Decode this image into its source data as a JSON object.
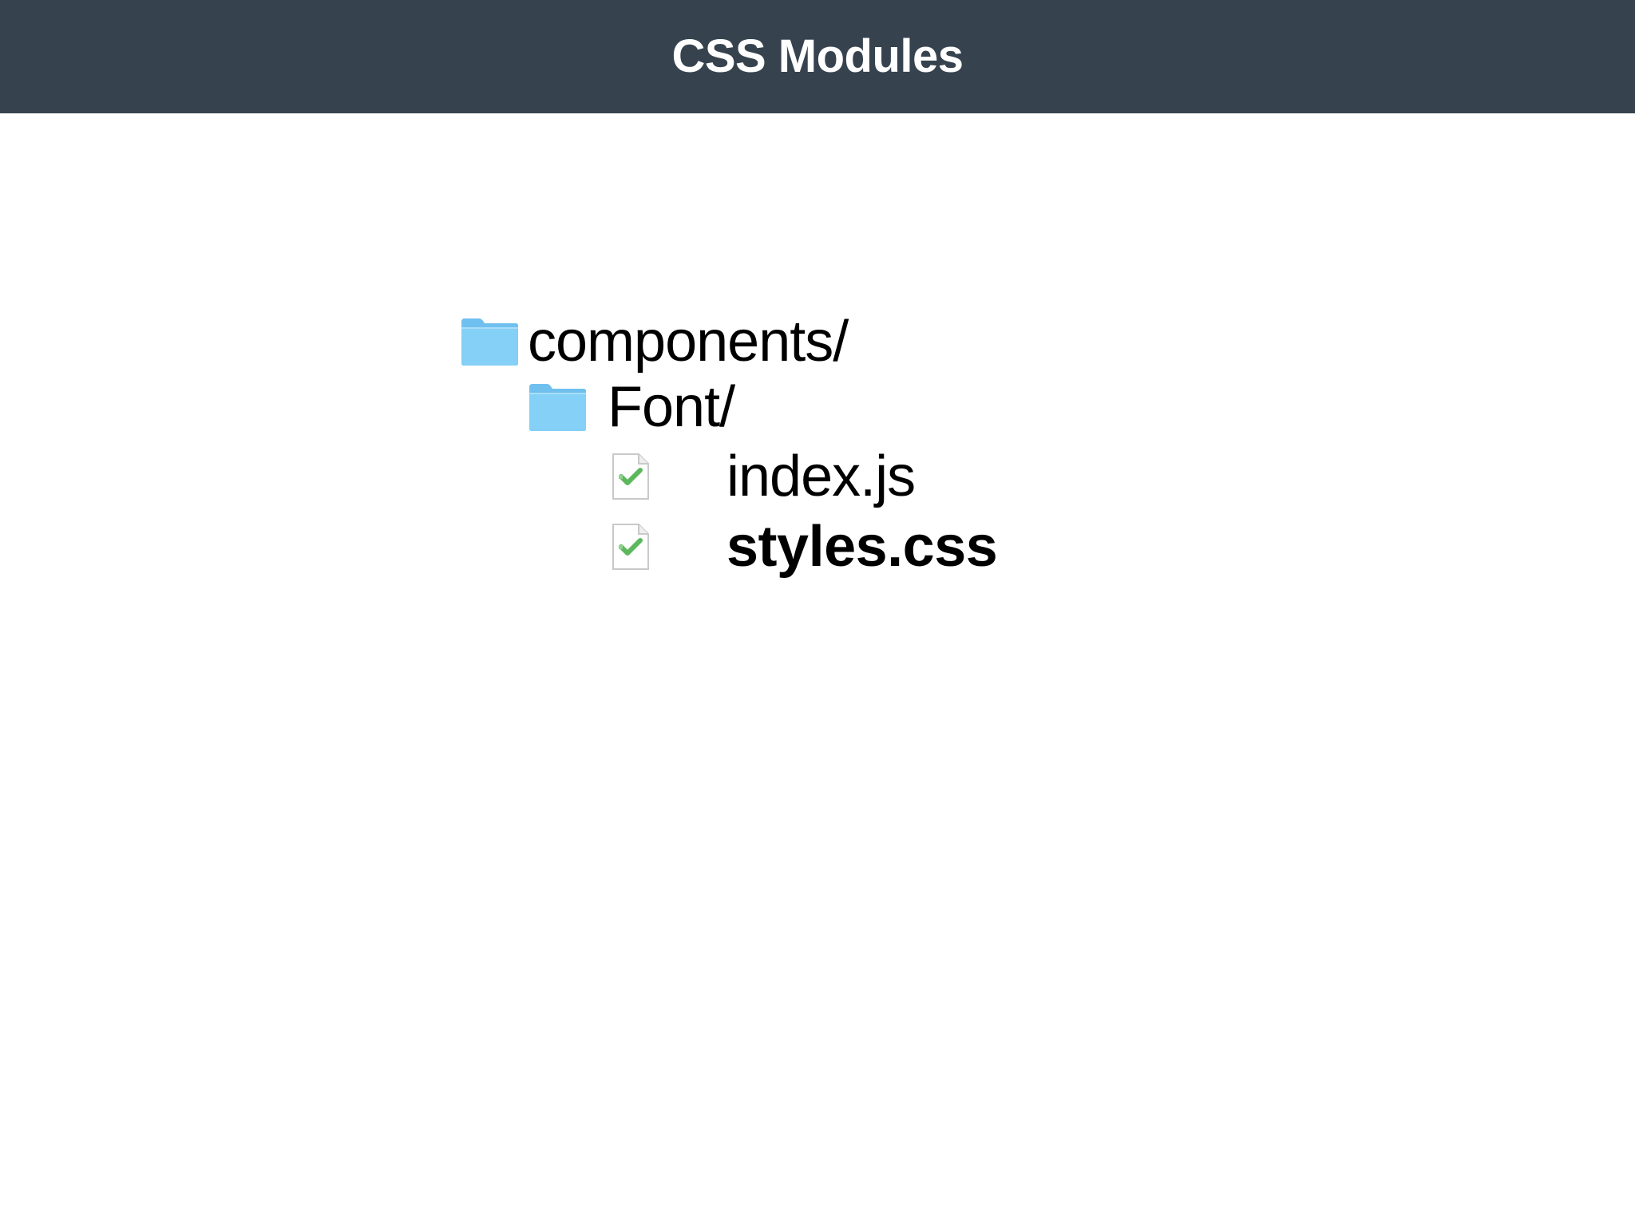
{
  "header": {
    "title": "CSS Modules",
    "background_color": "#36434f",
    "text_color": "#ffffff"
  },
  "tree": {
    "items": [
      {
        "label": "components/",
        "icon": "folder-icon",
        "bold": false
      },
      {
        "label": "Font/",
        "icon": "folder-icon",
        "bold": false
      },
      {
        "label": "index.js",
        "icon": "document-icon",
        "bold": false
      },
      {
        "label": "styles.css",
        "icon": "document-icon",
        "bold": true
      }
    ],
    "folder_color": "#7cc8f2",
    "file_check_color": "#5bb85c"
  }
}
